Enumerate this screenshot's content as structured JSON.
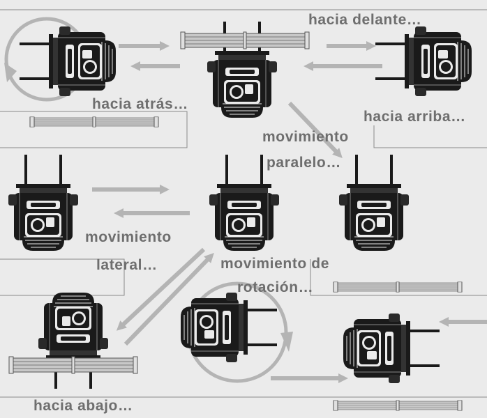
{
  "labels": {
    "forward": "hacia delante…",
    "backward": "hacia atrás…",
    "up": "hacia arriba…",
    "parallel_1": "movimiento",
    "parallel_2": "paralelo…",
    "lateral_1": "movimiento",
    "lateral_2": "lateral…",
    "rotation_1": "movimiento de",
    "rotation_2": "rotación…",
    "down": "hacia abajo…"
  },
  "colors": {
    "background": "#ebebeb",
    "arrow": "#b4b4b4",
    "text": "#6e6e6e",
    "machine": "#1a1a1a",
    "load": "#c8c8c8"
  }
}
